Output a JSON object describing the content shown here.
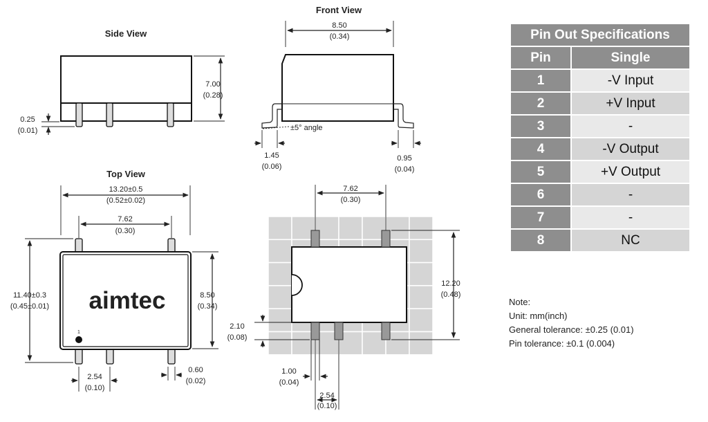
{
  "views": {
    "side_title": "Side View",
    "front_title": "Front View",
    "top_title": "Top View"
  },
  "side_view": {
    "height_mm": "7.00",
    "height_in": "(0.28)",
    "standoff_mm": "0.25",
    "standoff_in": "(0.01)"
  },
  "front_view": {
    "width_mm": "8.50",
    "width_in": "(0.34)",
    "angle_label": "±5° angle",
    "foot_left_mm": "1.45",
    "foot_left_in": "(0.06)",
    "foot_right_mm": "0.95",
    "foot_right_in": "(0.04)"
  },
  "top_view": {
    "overall_w_mm": "13.20±0.5",
    "overall_w_in": "(0.52±0.02)",
    "pin_span_mm": "7.62",
    "pin_span_in": "(0.30)",
    "overall_h_mm": "11.40±0.3",
    "overall_h_in": "(0.45±0.01)",
    "body_h_mm": "8.50",
    "body_h_in": "(0.34)",
    "pitch_mm": "2.54",
    "pitch_in": "(0.10)",
    "pin_w_mm": "0.60",
    "pin_w_in": "(0.02)",
    "brand": "aimtec",
    "pin1_label": "1"
  },
  "footprint": {
    "span_mm": "7.62",
    "span_in": "(0.30)",
    "height_mm": "12.20",
    "height_in": "(0.48)",
    "pad_len_mm": "2.10",
    "pad_len_in": "(0.08)",
    "pad_w_mm": "1.00",
    "pad_w_in": "(0.04)",
    "pitch_mm": "2.54",
    "pitch_in": "(0.10)"
  },
  "pin_table": {
    "title": "Pin Out Specifications",
    "col_pin": "Pin",
    "col_single": "Single",
    "rows": [
      {
        "pin": "1",
        "single": "-V Input"
      },
      {
        "pin": "2",
        "single": "+V Input"
      },
      {
        "pin": "3",
        "single": "-"
      },
      {
        "pin": "4",
        "single": "-V Output"
      },
      {
        "pin": "5",
        "single": "+V Output"
      },
      {
        "pin": "6",
        "single": "-"
      },
      {
        "pin": "7",
        "single": "-"
      },
      {
        "pin": "8",
        "single": "NC"
      }
    ]
  },
  "notes": {
    "title": "Note:",
    "unit": "Unit: mm(inch)",
    "general": "General tolerance: ±0.25 (0.01)",
    "pin": "Pin tolerance: ±0.1 (0.004)"
  }
}
